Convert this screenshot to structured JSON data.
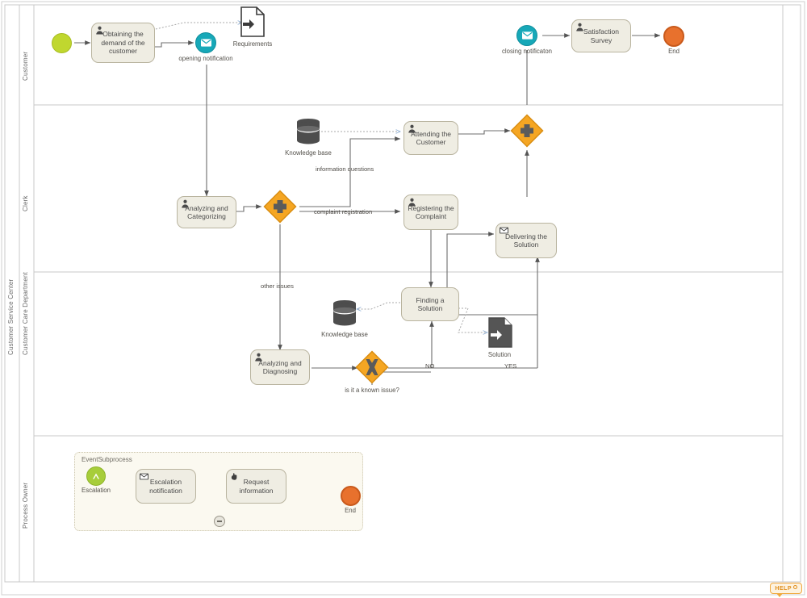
{
  "diagram": {
    "title": "Customer Service Center",
    "notation": "BPMN",
    "watermark": "HELP",
    "colors": {
      "task_fill": "#EFEDE3",
      "task_stroke": "#b9b49f",
      "start_event": "#C0D72F",
      "end_event": "#E8712D",
      "message_event": "#17A8B8",
      "escalation_event": "#A7CD3A",
      "gateway": "#F5A623",
      "gateway_symbol": "#5b5b5b",
      "data_store": "#4d4d4d",
      "lane_border": "#c8c8c8",
      "flow_line": "#6d6d6d",
      "subprocess_fill": "#FBF9F0"
    }
  },
  "pool": {
    "label": "Customer Service Center"
  },
  "lanes": [
    {
      "id": "customer",
      "label": "Customer"
    },
    {
      "id": "clerk",
      "label": "Clerk"
    },
    {
      "id": "care",
      "label": "Customer Care Department"
    },
    {
      "id": "owner",
      "label": "Process Owner"
    }
  ],
  "nodes": {
    "start_event": {
      "label": "",
      "type": "start-event"
    },
    "obtaining_demand": {
      "label": "Obtaining the demand of the customer",
      "type": "user-task",
      "icon": "user-icon"
    },
    "opening_notification": {
      "label": "opening notification",
      "type": "message-event",
      "icon": "envelope-icon"
    },
    "requirements": {
      "label": "Requirements",
      "type": "data-object-input",
      "icon": "document-icon"
    },
    "closing_notification": {
      "label": "closing notificaton",
      "type": "message-event",
      "icon": "envelope-icon"
    },
    "satisfaction_survey": {
      "label": "Satisfaction Survey",
      "type": "user-task",
      "icon": "user-icon"
    },
    "end_customer": {
      "label": "End",
      "type": "end-event"
    },
    "knowledge_base_clerk": {
      "label": "Knowledge base",
      "type": "data-store",
      "icon": "database-icon"
    },
    "analyzing_categorizing": {
      "label": "Analyzing and Categorizing",
      "type": "user-task",
      "icon": "user-icon"
    },
    "gateway_split": {
      "label": "",
      "type": "parallel-gateway",
      "icon": "plus-icon"
    },
    "attending_customer": {
      "label": "Attending the Customer",
      "type": "user-task",
      "icon": "user-icon"
    },
    "registering_complaint": {
      "label": "Registering the Complaint",
      "type": "user-task",
      "icon": "user-icon"
    },
    "gateway_join": {
      "label": "",
      "type": "parallel-gateway",
      "icon": "plus-icon"
    },
    "delivering_solution": {
      "label": "Delivering the Solution",
      "type": "send-task",
      "icon": "envelope-icon"
    },
    "knowledge_base_care": {
      "label": "Knowledge base",
      "type": "data-store",
      "icon": "database-icon"
    },
    "finding_solution": {
      "label": "Finding a Solution",
      "type": "task",
      "icon": ""
    },
    "solution": {
      "label": "Solution",
      "type": "data-object-output",
      "icon": "document-icon"
    },
    "analyzing_diagnosing": {
      "label": "Analyzing and Diagnosing",
      "type": "user-task",
      "icon": "user-icon"
    },
    "gateway_known_issue": {
      "label": "is it a known issue?",
      "type": "exclusive-gateway",
      "icon": "x-icon"
    },
    "event_subprocess": {
      "label": "EventSubprocess",
      "type": "event-subprocess"
    },
    "escalation_start": {
      "label": "Escalation",
      "type": "escalation-event",
      "icon": "chevron-up-icon"
    },
    "escalation_notification": {
      "label": "Escalation notification",
      "type": "send-task",
      "icon": "envelope-icon"
    },
    "request_information": {
      "label": "Request information",
      "type": "manual-task",
      "icon": "hand-icon"
    },
    "end_owner": {
      "label": "End",
      "type": "end-event"
    }
  },
  "flow_labels": {
    "information_questions": "information questions",
    "complaint_registration": "complaint registration",
    "other_issues": "other issues",
    "no": "NO",
    "yes": "YES"
  }
}
